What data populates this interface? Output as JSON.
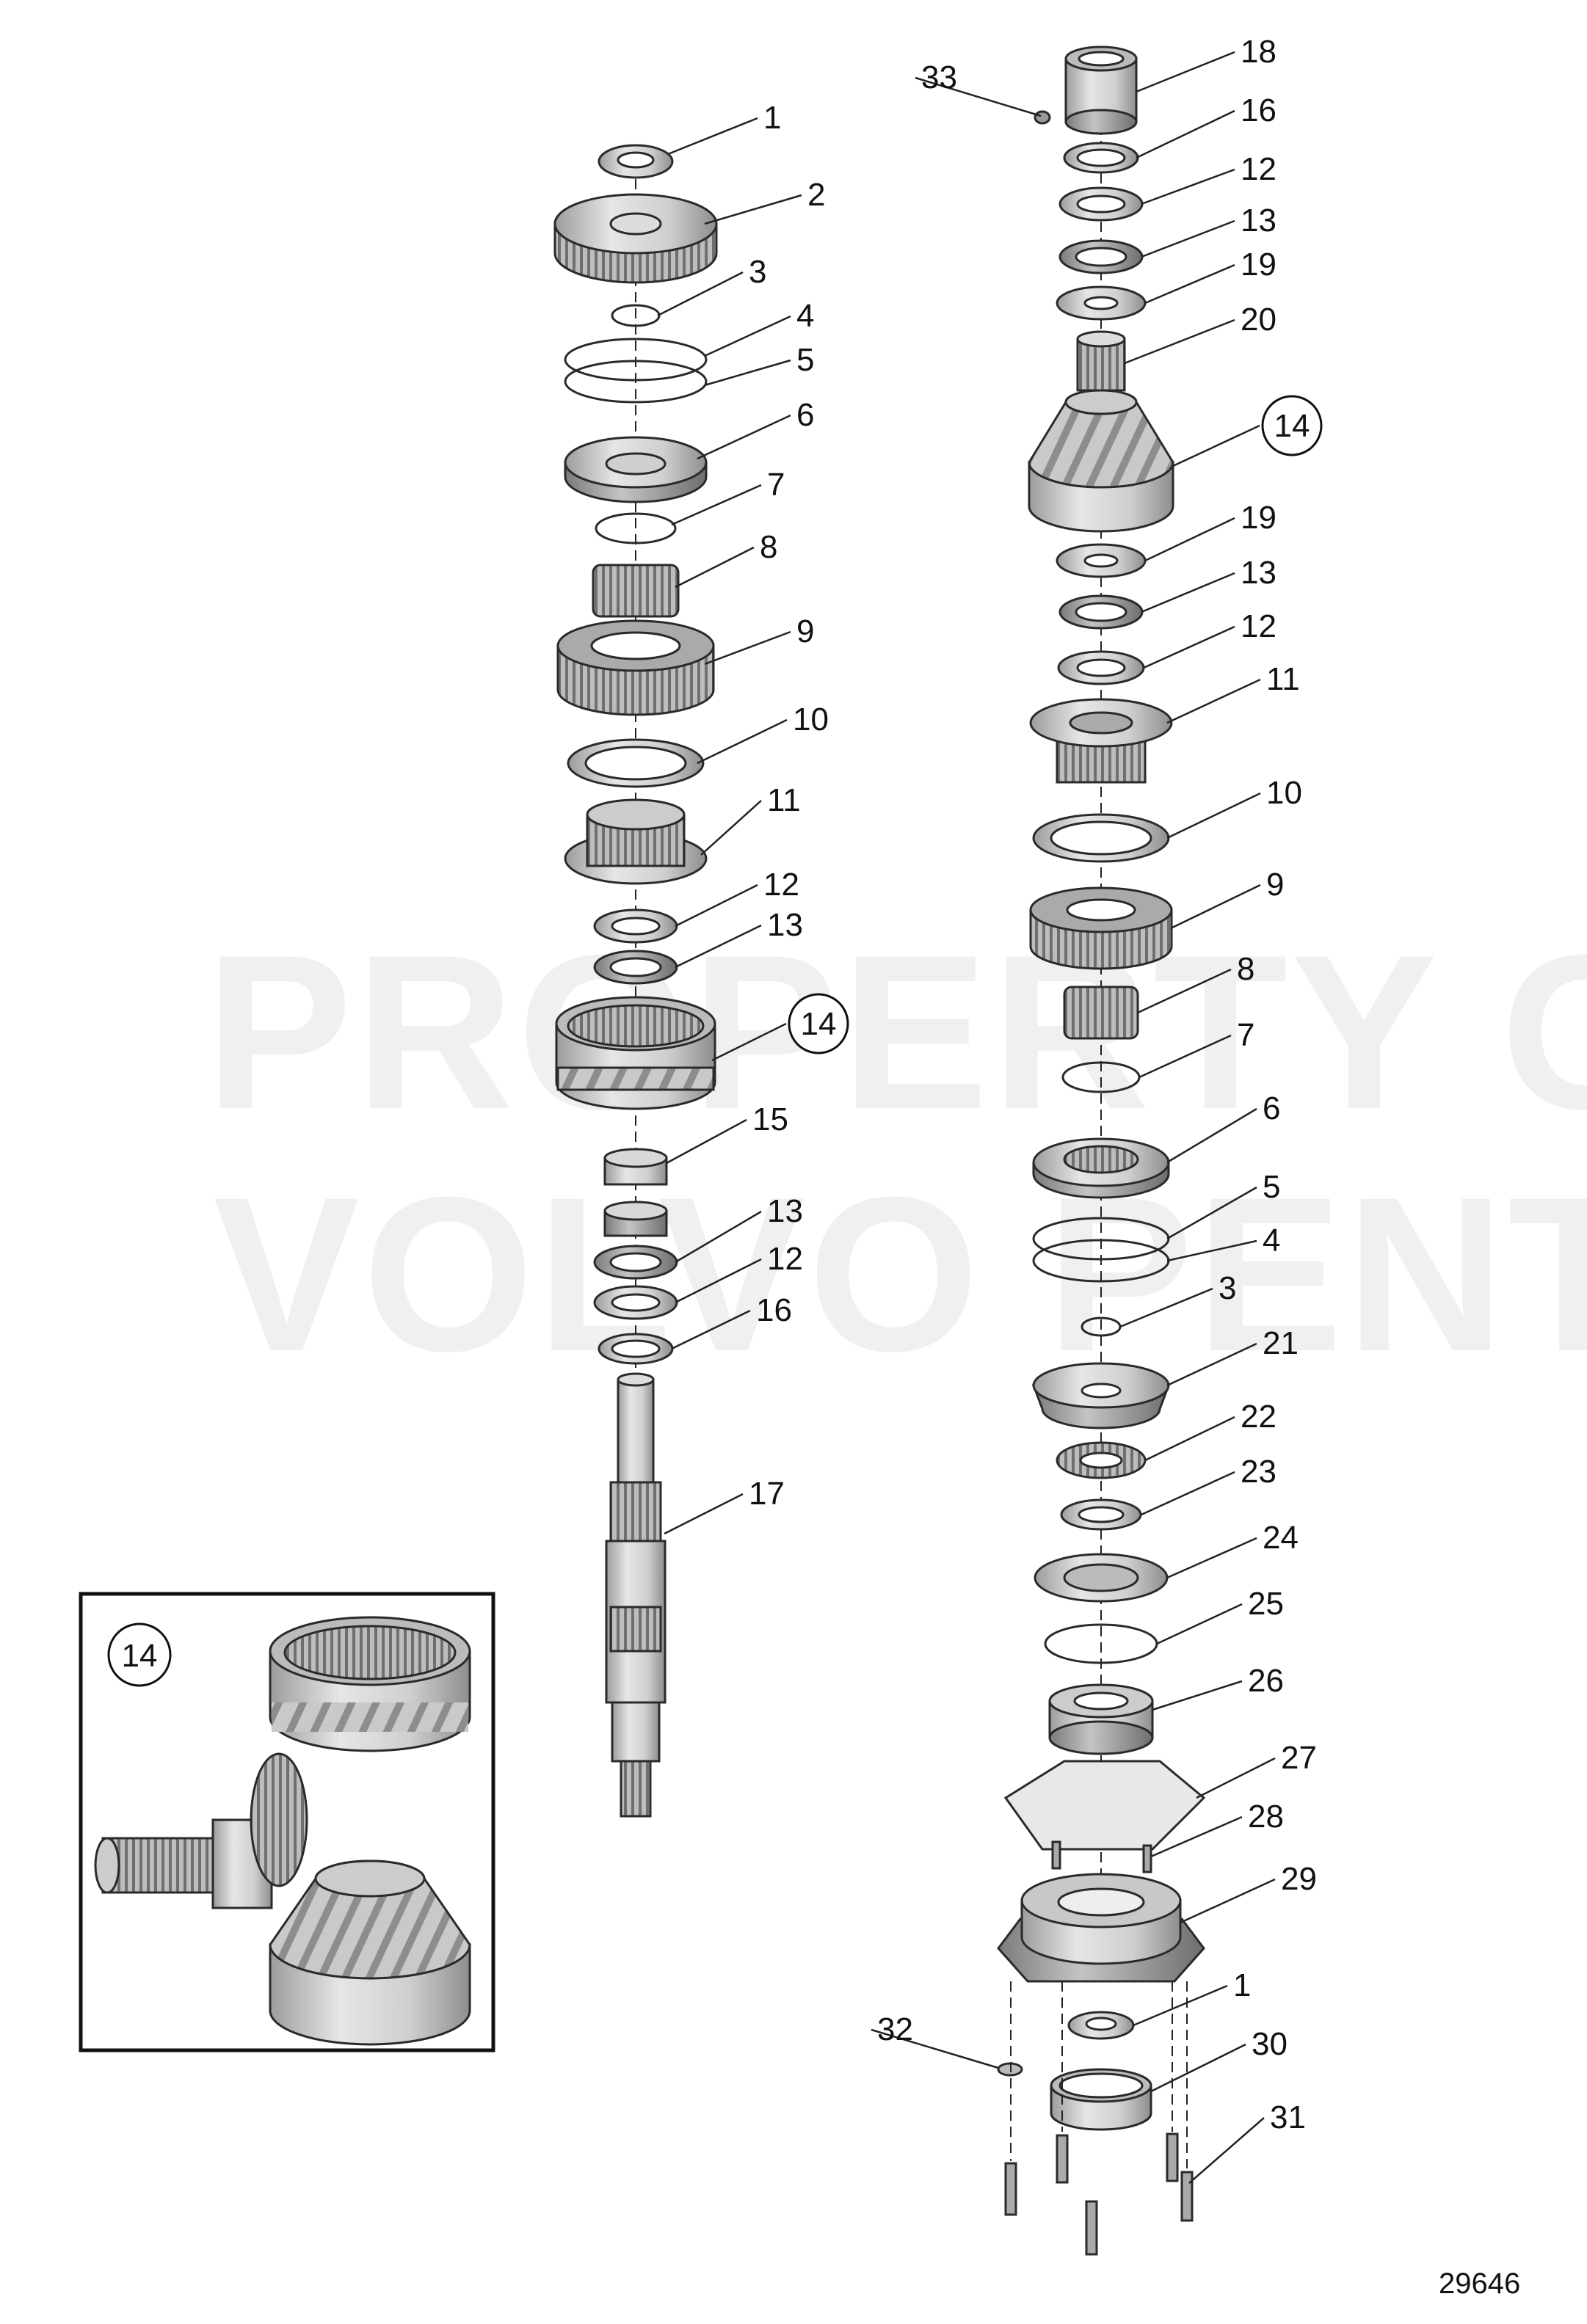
{
  "watermark": {
    "line1": "PROPERTY OF",
    "line2": "VOLVO PENTA"
  },
  "drawing_number": "29646",
  "inset": {
    "callout": "14"
  },
  "left_assembly": [
    {
      "id": "l1",
      "label": "1"
    },
    {
      "id": "l2",
      "label": "2"
    },
    {
      "id": "l3",
      "label": "3"
    },
    {
      "id": "l4",
      "label": "4"
    },
    {
      "id": "l5",
      "label": "5"
    },
    {
      "id": "l6",
      "label": "6"
    },
    {
      "id": "l7",
      "label": "7"
    },
    {
      "id": "l8",
      "label": "8"
    },
    {
      "id": "l9",
      "label": "9"
    },
    {
      "id": "l10",
      "label": "10"
    },
    {
      "id": "l11",
      "label": "11"
    },
    {
      "id": "l12a",
      "label": "12"
    },
    {
      "id": "l13a",
      "label": "13"
    },
    {
      "id": "l14",
      "label": "14",
      "circled": true
    },
    {
      "id": "l15",
      "label": "15"
    },
    {
      "id": "l13b",
      "label": "13"
    },
    {
      "id": "l12b",
      "label": "12"
    },
    {
      "id": "l16",
      "label": "16"
    },
    {
      "id": "l17",
      "label": "17"
    }
  ],
  "right_assembly": [
    {
      "id": "r33",
      "label": "33"
    },
    {
      "id": "r18",
      "label": "18"
    },
    {
      "id": "r16",
      "label": "16"
    },
    {
      "id": "r12a",
      "label": "12"
    },
    {
      "id": "r13a",
      "label": "13"
    },
    {
      "id": "r19a",
      "label": "19"
    },
    {
      "id": "r20",
      "label": "20"
    },
    {
      "id": "r14",
      "label": "14",
      "circled": true
    },
    {
      "id": "r19b",
      "label": "19"
    },
    {
      "id": "r13b",
      "label": "13"
    },
    {
      "id": "r12b",
      "label": "12"
    },
    {
      "id": "r11",
      "label": "11"
    },
    {
      "id": "r10",
      "label": "10"
    },
    {
      "id": "r9",
      "label": "9"
    },
    {
      "id": "r8",
      "label": "8"
    },
    {
      "id": "r7",
      "label": "7"
    },
    {
      "id": "r6",
      "label": "6"
    },
    {
      "id": "r5",
      "label": "5"
    },
    {
      "id": "r4",
      "label": "4"
    },
    {
      "id": "r3",
      "label": "3"
    },
    {
      "id": "r21",
      "label": "21"
    },
    {
      "id": "r22",
      "label": "22"
    },
    {
      "id": "r23",
      "label": "23"
    },
    {
      "id": "r24",
      "label": "24"
    },
    {
      "id": "r25",
      "label": "25"
    },
    {
      "id": "r26",
      "label": "26"
    },
    {
      "id": "r27",
      "label": "27"
    },
    {
      "id": "r28",
      "label": "28"
    },
    {
      "id": "r29",
      "label": "29"
    },
    {
      "id": "r1",
      "label": "1"
    },
    {
      "id": "r32",
      "label": "32"
    },
    {
      "id": "r30",
      "label": "30"
    },
    {
      "id": "r31",
      "label": "31"
    }
  ]
}
